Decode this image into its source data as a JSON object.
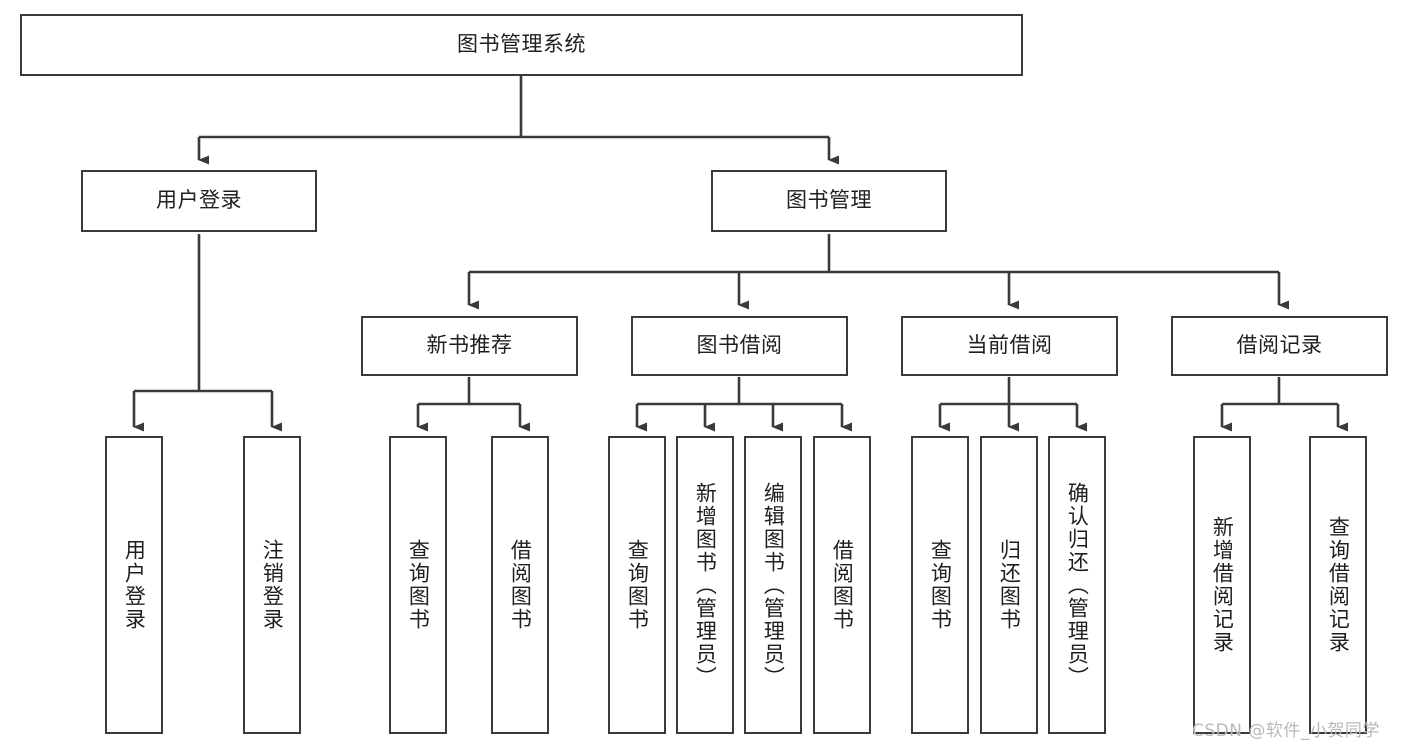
{
  "diagram": {
    "title": "图书管理系统",
    "watermark": "CSDN @软件_小贺同学",
    "colors": {
      "box_border": "#3a3a3a",
      "box_fill": "#ffffff",
      "edge": "#3a3a3a",
      "text": "#1f1f1f",
      "watermark": "#b9b9b9",
      "background": "#ffffff"
    },
    "levels": {
      "root": "图书管理系统",
      "level2": [
        "用户登录",
        "图书管理"
      ],
      "level3": [
        "新书推荐",
        "图书借阅",
        "当前借阅",
        "借阅记录"
      ]
    },
    "nodes": {
      "root": {
        "label": "图书管理系统"
      },
      "user_login": {
        "label": "用户登录"
      },
      "book_manage": {
        "label": "图书管理"
      },
      "new_book_rec": {
        "label": "新书推荐"
      },
      "book_borrow": {
        "label": "图书借阅"
      },
      "current_borrow": {
        "label": "当前借阅"
      },
      "borrow_record": {
        "label": "借阅记录"
      },
      "leaf_user_login": {
        "label": "用户登录"
      },
      "leaf_logout": {
        "label": "注销登录"
      },
      "leaf_query_book_1": {
        "label": "查询图书"
      },
      "leaf_borrow_book_1": {
        "label": "借阅图书"
      },
      "leaf_query_book_2": {
        "label": "查询图书"
      },
      "leaf_add_book": {
        "label": "新增图书（管理员）"
      },
      "leaf_edit_book": {
        "label": "编辑图书（管理员）"
      },
      "leaf_borrow_book_2": {
        "label": "借阅图书"
      },
      "leaf_query_book_3": {
        "label": "查询图书"
      },
      "leaf_return_book": {
        "label": "归还图书"
      },
      "leaf_confirm_return": {
        "label": "确认归还（管理员）"
      },
      "leaf_add_record": {
        "label": "新增借阅记录"
      },
      "leaf_query_record": {
        "label": "查询借阅记录"
      }
    },
    "tree": [
      {
        "key": "root",
        "label": "图书管理系统",
        "children": [
          {
            "key": "user_login",
            "label": "用户登录",
            "children": [
              {
                "key": "leaf_user_login",
                "label": "用户登录"
              },
              {
                "key": "leaf_logout",
                "label": "注销登录"
              }
            ]
          },
          {
            "key": "book_manage",
            "label": "图书管理",
            "children": [
              {
                "key": "new_book_rec",
                "label": "新书推荐",
                "children": [
                  {
                    "key": "leaf_query_book_1",
                    "label": "查询图书"
                  },
                  {
                    "key": "leaf_borrow_book_1",
                    "label": "借阅图书"
                  }
                ]
              },
              {
                "key": "book_borrow",
                "label": "图书借阅",
                "children": [
                  {
                    "key": "leaf_query_book_2",
                    "label": "查询图书"
                  },
                  {
                    "key": "leaf_add_book",
                    "label": "新增图书（管理员）"
                  },
                  {
                    "key": "leaf_edit_book",
                    "label": "编辑图书（管理员）"
                  },
                  {
                    "key": "leaf_borrow_book_2",
                    "label": "借阅图书"
                  }
                ]
              },
              {
                "key": "current_borrow",
                "label": "当前借阅",
                "children": [
                  {
                    "key": "leaf_query_book_3",
                    "label": "查询图书"
                  },
                  {
                    "key": "leaf_return_book",
                    "label": "归还图书"
                  },
                  {
                    "key": "leaf_confirm_return",
                    "label": "确认归还（管理员）"
                  }
                ]
              },
              {
                "key": "borrow_record",
                "label": "借阅记录",
                "children": [
                  {
                    "key": "leaf_add_record",
                    "label": "新增借阅记录"
                  },
                  {
                    "key": "leaf_query_record",
                    "label": "查询借阅记录"
                  }
                ]
              }
            ]
          }
        ]
      }
    ]
  }
}
